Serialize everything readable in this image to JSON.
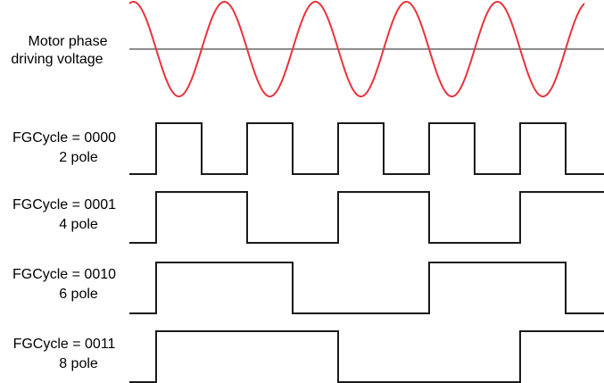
{
  "phase": {
    "label_line1": "Motor phase",
    "label_line2": "driving voltage",
    "color": "#e8333b",
    "cycles": 5
  },
  "signals": [
    {
      "name": "FGCycle = 0000",
      "sublabel": "2 pole",
      "period_in_phase_cycles": 1,
      "start_level": "low"
    },
    {
      "name": "FGCycle = 0001",
      "sublabel": "4 pole",
      "period_in_phase_cycles": 2,
      "start_level": "low"
    },
    {
      "name": "FGCycle = 0010",
      "sublabel": "6 pole",
      "period_in_phase_cycles": 3,
      "start_level": "low"
    },
    {
      "name": "FGCycle = 0011",
      "sublabel": "8 pole",
      "period_in_phase_cycles": 4,
      "start_level": "low"
    }
  ],
  "line_color": "#1a1a1a"
}
